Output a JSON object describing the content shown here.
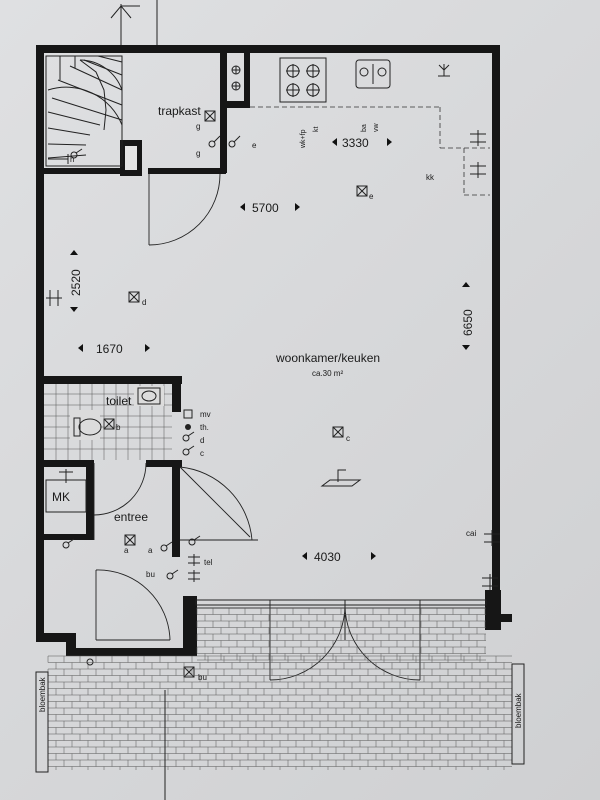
{
  "rooms": {
    "trapkast": "trapkast",
    "woonkamer": "woonkamer/keuken",
    "woonkamer_area": "ca.30 m²",
    "toilet": "toilet",
    "mk": "MK",
    "entree": "entree"
  },
  "dimensions": {
    "d5700": "5700",
    "d3330": "3330",
    "d2520": "2520",
    "d1670": "1670",
    "d6650": "6650",
    "d4030": "4030"
  },
  "labels": {
    "bloembak_left": "bloembak",
    "bloembak_right": "bloembak",
    "kk": "kk",
    "cai": "cai",
    "tel": "tel",
    "mv": "mv",
    "th": "th.",
    "bu_outer": "bu",
    "bu_inner": "bu",
    "wk_fp": "wk+fp",
    "kt": "kt",
    "ba": "ba",
    "vw": "vw",
    "g1": "g",
    "g2": "g",
    "e1": "e",
    "e2": "e",
    "h": "h",
    "a1": "a",
    "a2": "a",
    "b": "b",
    "c1": "c",
    "c2": "c",
    "d1": "d",
    "d2": "d"
  }
}
